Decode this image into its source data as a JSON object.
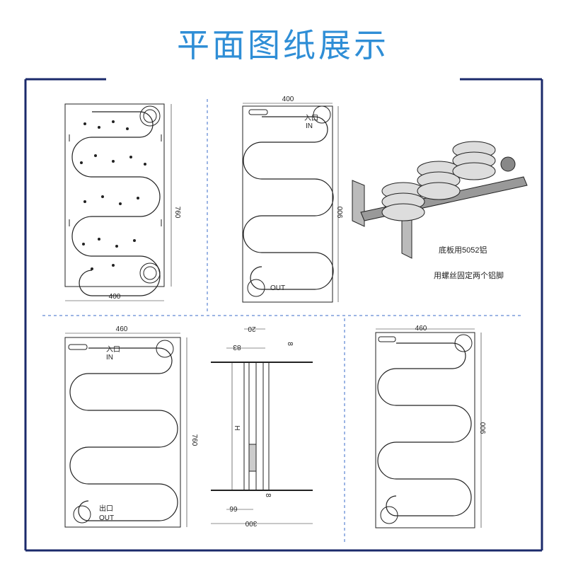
{
  "title": "平面图纸展示",
  "colors": {
    "title": "#2f8ed6",
    "frame": "#1b2a6b",
    "divider": "#3a6bc9"
  },
  "panel1": {
    "width_label": "400",
    "height_label": "760"
  },
  "panel2": {
    "width_label": "400",
    "height_label": "900",
    "in_label": "入口",
    "in_sub": "IN",
    "out_label": "OUT"
  },
  "panel3": {
    "base_note": "底板用5052铝",
    "feet_note": "用螺丝固定两个铝脚"
  },
  "panel4": {
    "width_label": "460",
    "height_label": "760",
    "in_label": "入口",
    "in_sub": "IN",
    "out_label": "出口",
    "out_sub": "OUT"
  },
  "panel5": {
    "dim_20": "20",
    "dim_83": "83",
    "dim_8_top": "8",
    "dim_H": "H",
    "dim_8_bottom": "8",
    "dim_66": "66",
    "dim_300": "300"
  },
  "panel6": {
    "width_label": "460",
    "height_label": "900"
  }
}
